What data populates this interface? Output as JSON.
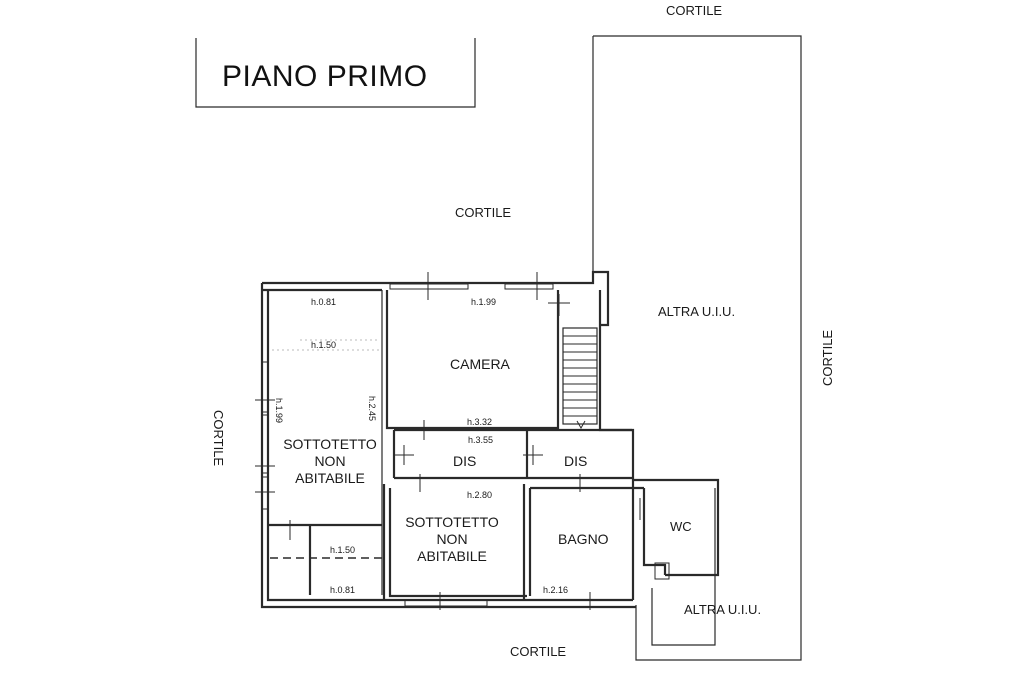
{
  "title": "PIANO PRIMO",
  "courtyard": {
    "top_right": "CORTILE",
    "upper_center": "CORTILE",
    "left_vertical": "CORTILE",
    "right_vertical": "CORTILE",
    "bottom": "CORTILE"
  },
  "other_units": {
    "upper": "ALTRA U.I.U.",
    "lower": "ALTRA U.I.U."
  },
  "rooms": {
    "camera": "CAMERA",
    "dis_left": "DIS",
    "dis_right": "DIS",
    "bagno": "BAGNO",
    "wc": "WC",
    "sottotetto_left": [
      "SOTTOTETTO",
      "NON",
      "ABITABILE"
    ],
    "sottotetto_mid": [
      "SOTTOTETTO",
      "NON",
      "ABITABILE"
    ]
  },
  "heights": {
    "h_081_top": "h.0.81",
    "h_150_top": "h.1.50",
    "h_199_top": "h.1.99",
    "h_199_vertical": "h.1.99",
    "h_245_vertical": "h.2.45",
    "h_332": "h.3.32",
    "h_355": "h.3.55",
    "h_280": "h.2.80",
    "h_150_bottom": "h.1.50",
    "h_081_bottom": "h.0.81",
    "h_216": "h.2.16"
  }
}
